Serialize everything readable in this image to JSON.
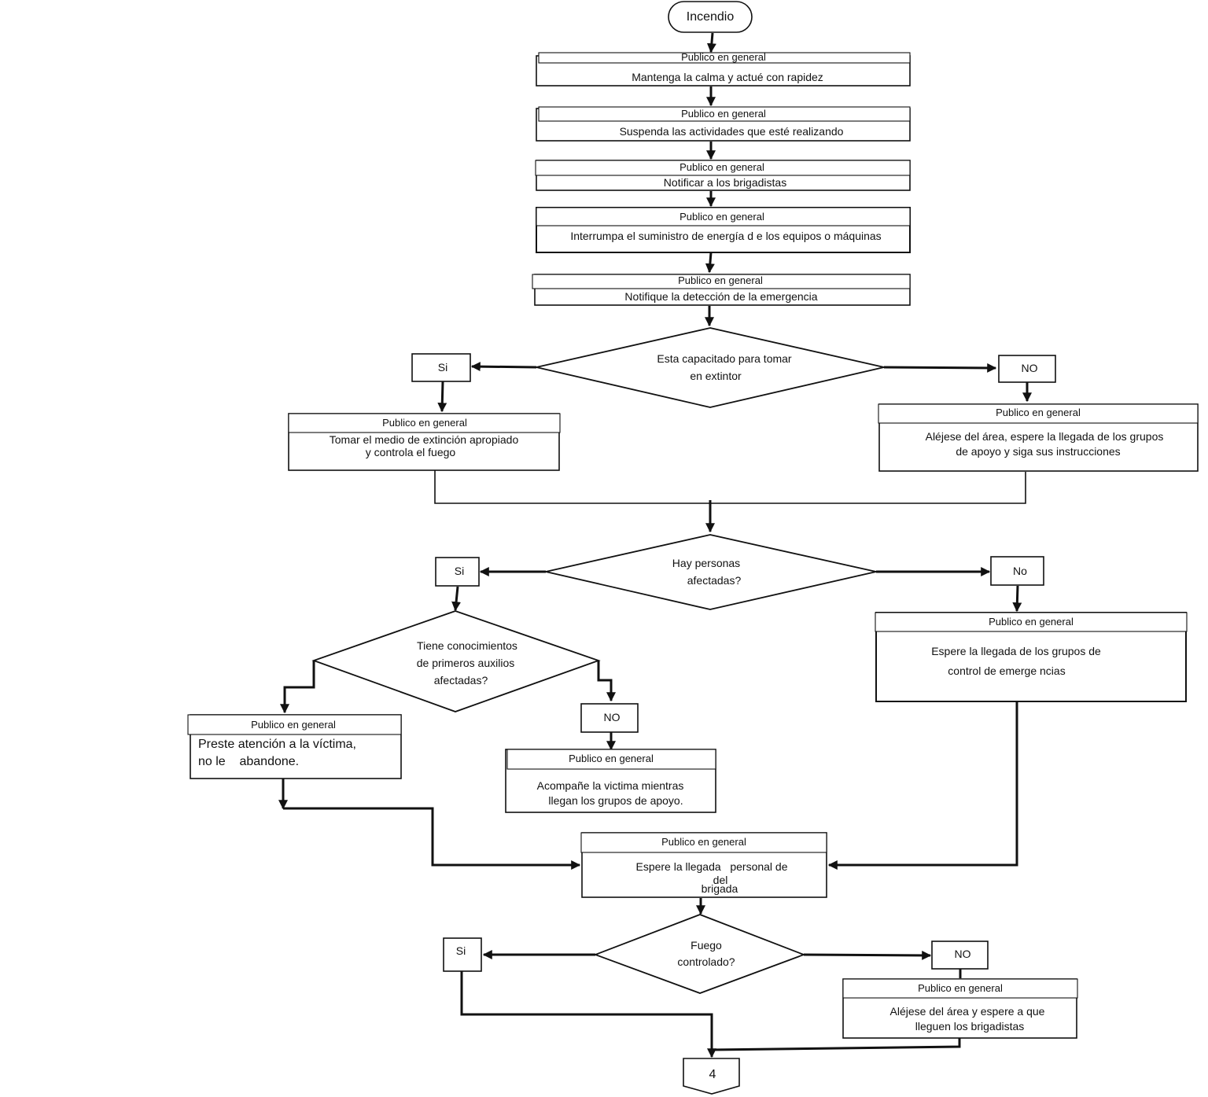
{
  "start": {
    "label": "Incendio"
  },
  "role": "Publico en general",
  "steps": [
    {
      "id": "s1",
      "header": "Publico en general",
      "lines": [
        "Mantenga la calma y actué con rapidez"
      ]
    },
    {
      "id": "s2",
      "header": "Publico en general",
      "lines": [
        "Suspenda las actividades que esté realizando"
      ]
    },
    {
      "id": "s3",
      "header": "Publico en general",
      "lines": [
        "Notificar a los brigadistas"
      ]
    },
    {
      "id": "s4",
      "header": "Publico en general",
      "lines": [
        "Interrumpa el suministro de energía d e los equipos o  máquinas"
      ]
    },
    {
      "id": "s5",
      "header": "Publico en general",
      "lines": [
        "Notifique la detección de la emergencia"
      ]
    }
  ],
  "decision1": {
    "lines": [
      "Esta capacitado para tomar",
      "en extintor"
    ],
    "yes_label": "Si",
    "no_label": "NO",
    "yes_box": {
      "header": "Publico en general",
      "lines": [
        "Tomar el medio de extinción apropiado",
        "y controla el fuego"
      ]
    },
    "no_box": {
      "header": "Publico en general",
      "lines": [
        "Aléjese del  área, espere la llegada de los grupos",
        "de apoyo y siga sus instrucciones"
      ]
    }
  },
  "decision2": {
    "lines": [
      "Hay personas",
      "afectadas?"
    ],
    "yes_label": "Si",
    "no_label": "No",
    "no_box": {
      "header": "Publico en general",
      "lines": [
        "Espere la llegada de los grupos de",
        "control de emerge ncias"
      ]
    }
  },
  "decision3": {
    "lines": [
      "Tiene conocimientos",
      "de primeros auxilios",
      "afectadas?"
    ],
    "no_label": "NO",
    "yes_box": {
      "header": "Publico en general",
      "lines": [
        "Preste atención a la víctima,",
        "no le    abandone."
      ]
    },
    "no_box": {
      "header": "Publico en general",
      "lines": [
        "Acompañe la victima mientras",
        "llegan los grupos de apoyo."
      ]
    }
  },
  "merge_box": {
    "header": "Publico en general",
    "lines": [
      "Espere la llegada   personal de",
      "del",
      "brigada"
    ]
  },
  "decision4": {
    "lines": [
      "Fuego",
      "controlado?"
    ],
    "yes_label": "Si",
    "no_label": "NO",
    "no_box": {
      "header": "Publico en general",
      "lines": [
        "Aléjese del área  y espere a que",
        "lleguen los brigadistas"
      ]
    }
  },
  "connector": {
    "label": "4"
  }
}
